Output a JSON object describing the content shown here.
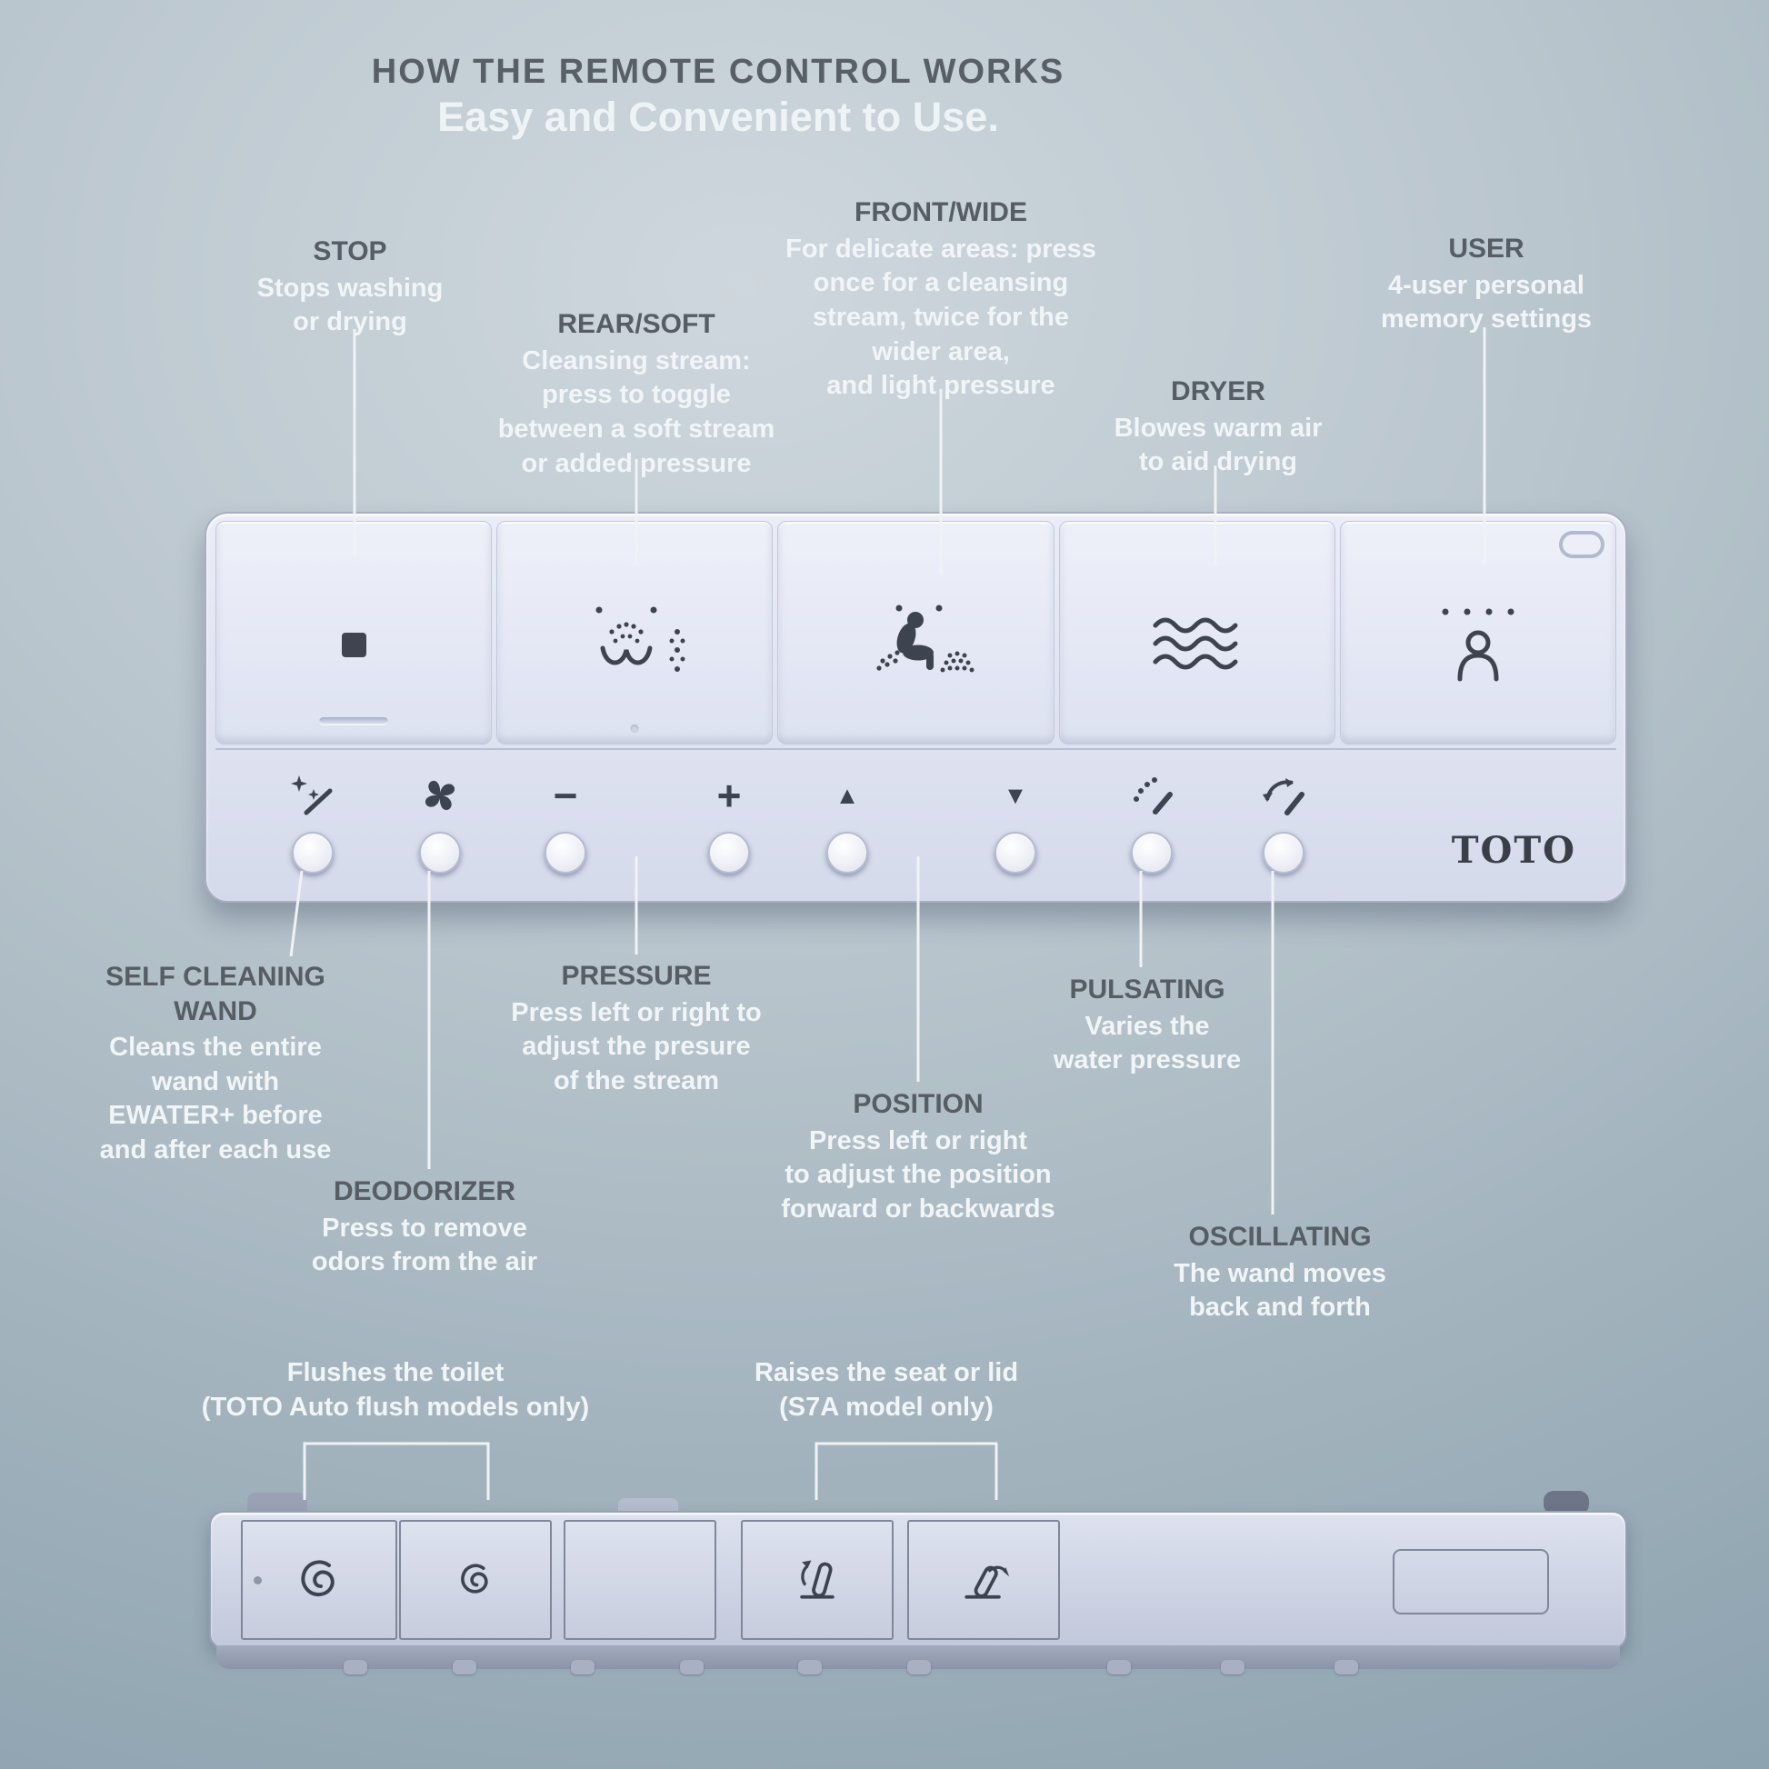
{
  "header": {
    "title": "HOW THE REMOTE CONTROL WORKS",
    "subtitle": "Easy and Convenient to Use."
  },
  "brand": "TOTO",
  "glyphs": {
    "minus": "−",
    "plus": "+",
    "up": "▲",
    "down": "▼"
  },
  "callouts": {
    "stop": {
      "heading": "STOP",
      "body": "Stops washing\nor drying"
    },
    "rear_soft": {
      "heading": "REAR/SOFT",
      "body": "Cleansing stream:\npress to toggle\nbetween a soft stream\nor added pressure"
    },
    "front_wide": {
      "heading": "FRONT/WIDE",
      "body": "For delicate areas: press\nonce for a cleansing\nstream,  twice for the\nwider area,\nand light pressure"
    },
    "dryer": {
      "heading": "DRYER",
      "body": "Blowes warm air\nto aid drying"
    },
    "user": {
      "heading": "USER",
      "body": "4-user personal\nmemory settings"
    },
    "self_cleaning_wand": {
      "heading": "SELF CLEANING\nWAND",
      "body": "Cleans the entire\nwand with\nEWATER+ before\nand after each use"
    },
    "deodorizer": {
      "heading": "DEODORIZER",
      "body": "Press to remove\nodors from the air"
    },
    "pressure": {
      "heading": "PRESSURE",
      "body": "Press left or right to\nadjust the presure\nof the stream"
    },
    "position": {
      "heading": "POSITION",
      "body": "Press left or right\nto adjust the position\nforward or backwards"
    },
    "pulsating": {
      "heading": "PULSATING",
      "body": "Varies the\nwater pressure"
    },
    "oscillating": {
      "heading": "OSCILLATING",
      "body": "The wand moves\nback and forth"
    },
    "flush": {
      "body": "Flushes the toilet\n(TOTO Auto flush models only)"
    },
    "seat": {
      "body": "Raises the seat or lid\n(S7A model only)"
    }
  },
  "colors": {
    "heading_text": "#565d64",
    "body_text": "#f1f5f7",
    "icon": "#3d434f",
    "remote_face": "#dde2f1"
  }
}
